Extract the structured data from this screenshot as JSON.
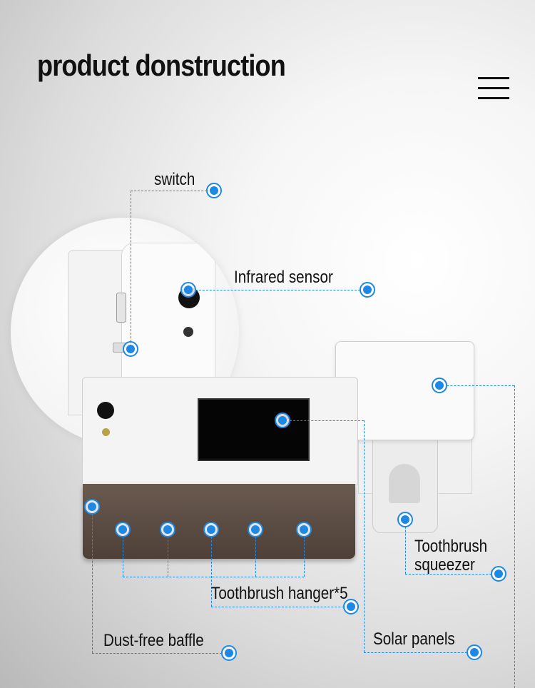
{
  "title": "product donstruction",
  "menu_icon": "hamburger-menu-icon",
  "accent_color": "#1e88e5",
  "labels": {
    "switch": "switch",
    "infrared_sensor": "Infrared sensor",
    "toothbrush_squeezer_line1": "Toothbrush",
    "toothbrush_squeezer_line2": "squeezer",
    "toothbrush_hanger": "Toothbrush hanger*5",
    "dust_free_baffle": "Dust-free baffle",
    "solar_panels": "Solar panels"
  }
}
